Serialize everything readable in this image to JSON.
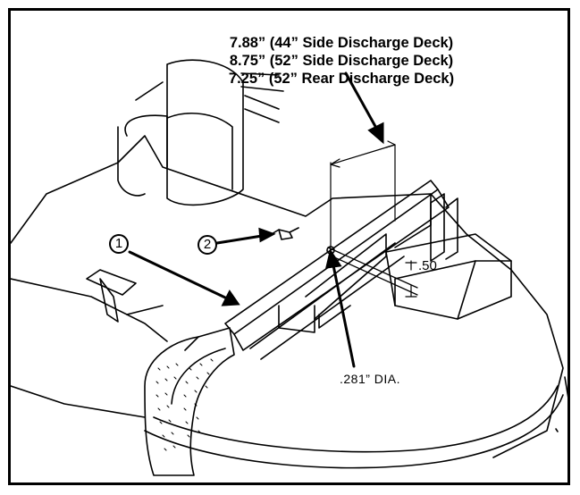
{
  "dimension_labels": [
    "7.88” (44” Side Discharge Deck)",
    "8.75” (52” Side Discharge Deck)",
    "7.25” (52” Rear Discharge Deck)"
  ],
  "callouts": {
    "one": "1",
    "two": "2"
  },
  "labels": {
    "height": ".50",
    "hole_diameter": ".281” DIA."
  },
  "colors": {
    "line": "#000000",
    "background": "#ffffff"
  }
}
